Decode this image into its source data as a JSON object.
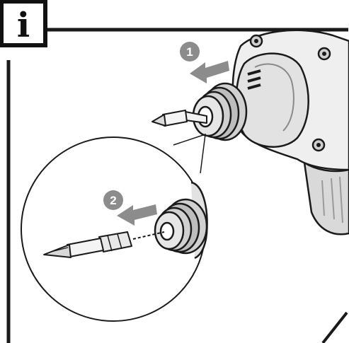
{
  "info_badge": {
    "letter": "i",
    "icon": "info-icon"
  },
  "steps": [
    {
      "number": "1",
      "icon": "arrow-left-icon"
    },
    {
      "number": "2",
      "icon": "arrow-left-icon"
    }
  ],
  "colors": {
    "line": "#1a1a1a",
    "badge": "#111111",
    "step_circle": "#8c8c8c",
    "arrow": "#8c8c8c",
    "tool_body": "#e6e6e6",
    "tool_shade": "#bdbdbd"
  }
}
